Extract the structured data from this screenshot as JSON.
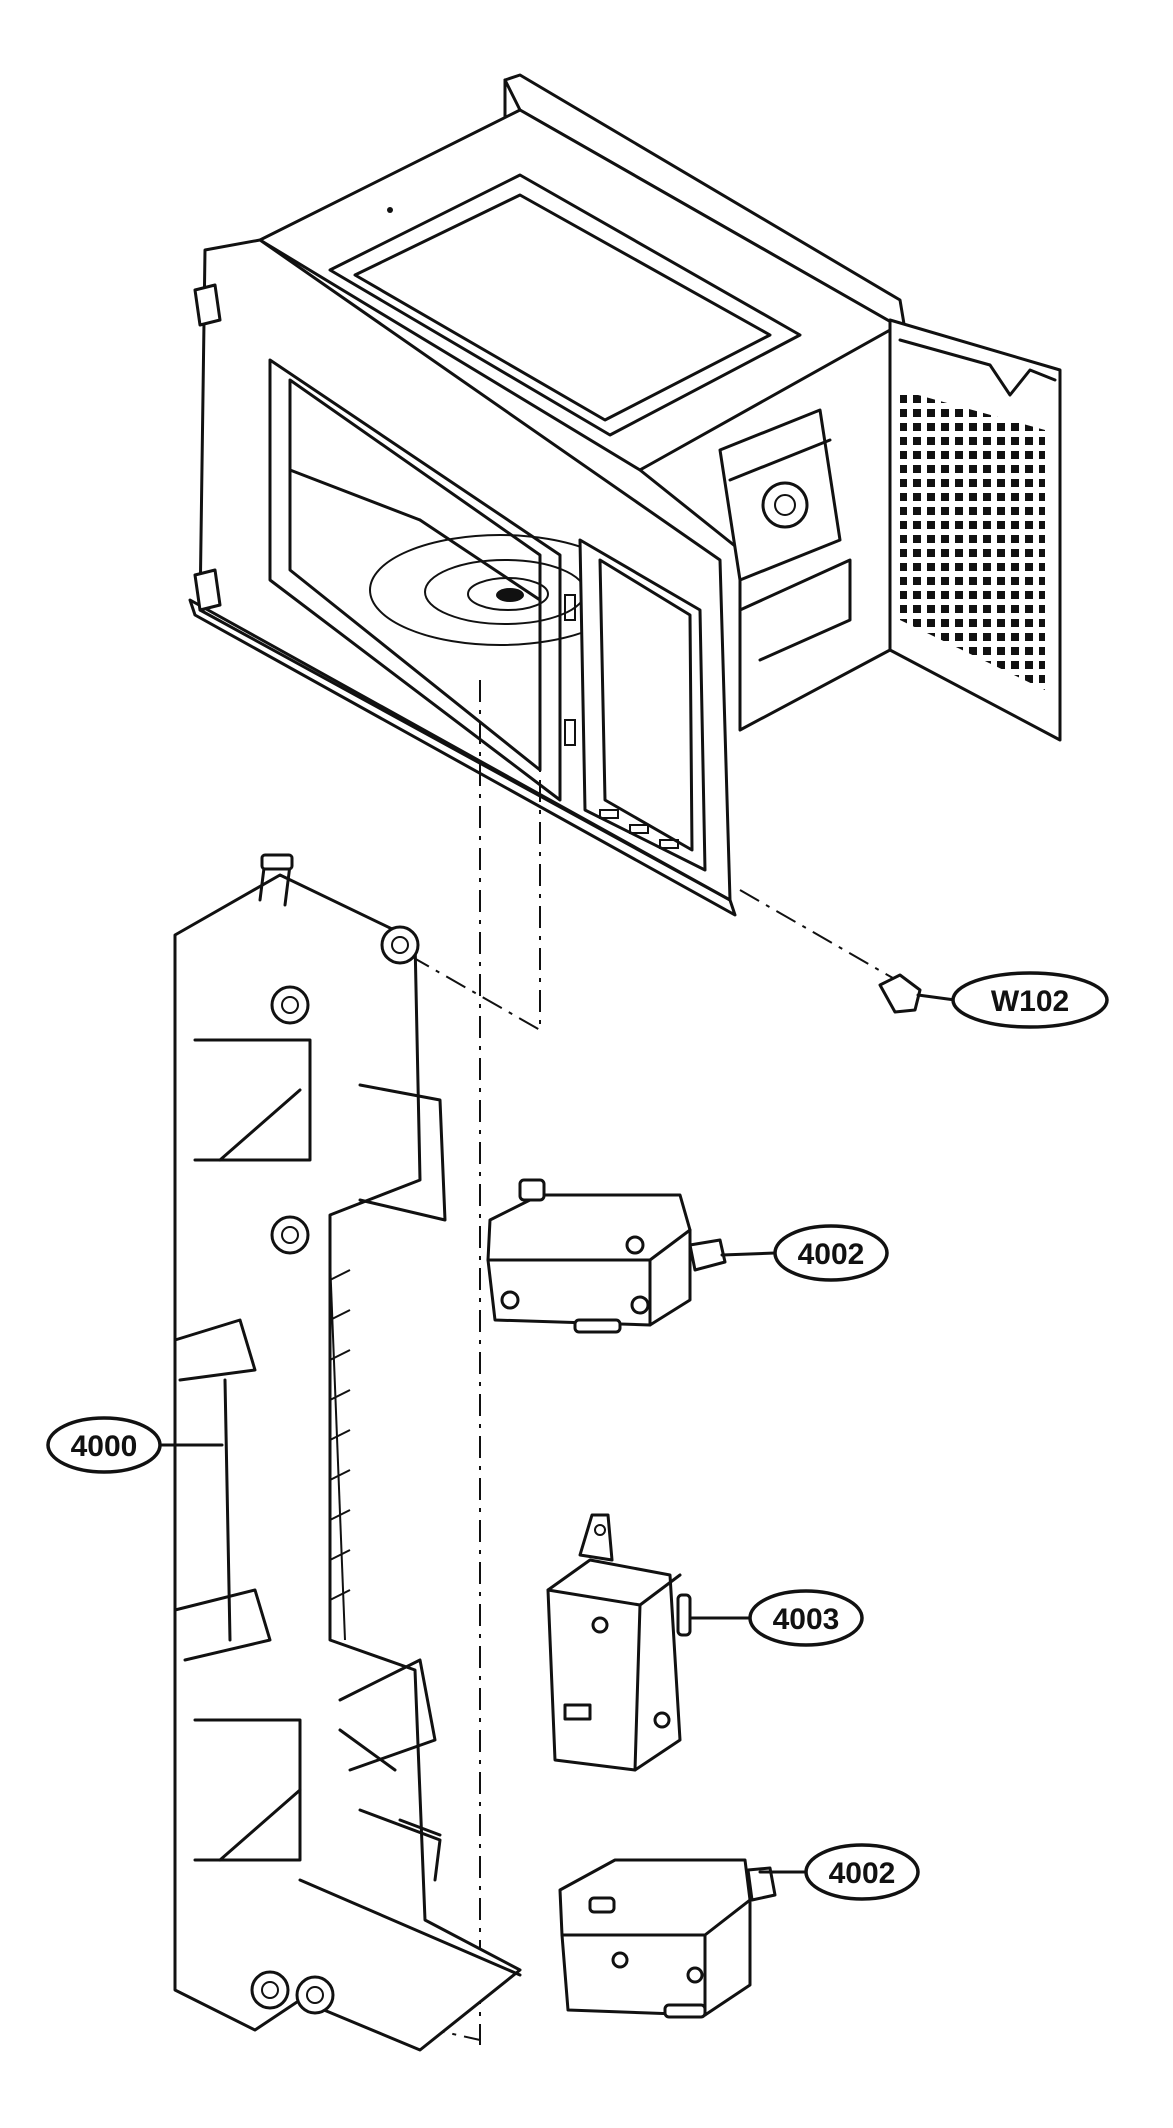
{
  "callouts": [
    {
      "id": "w102",
      "label": "W102"
    },
    {
      "id": "c4002a",
      "label": "4002"
    },
    {
      "id": "c4000",
      "label": "4000"
    },
    {
      "id": "c4003",
      "label": "4003"
    },
    {
      "id": "c4002b",
      "label": "4002"
    }
  ]
}
